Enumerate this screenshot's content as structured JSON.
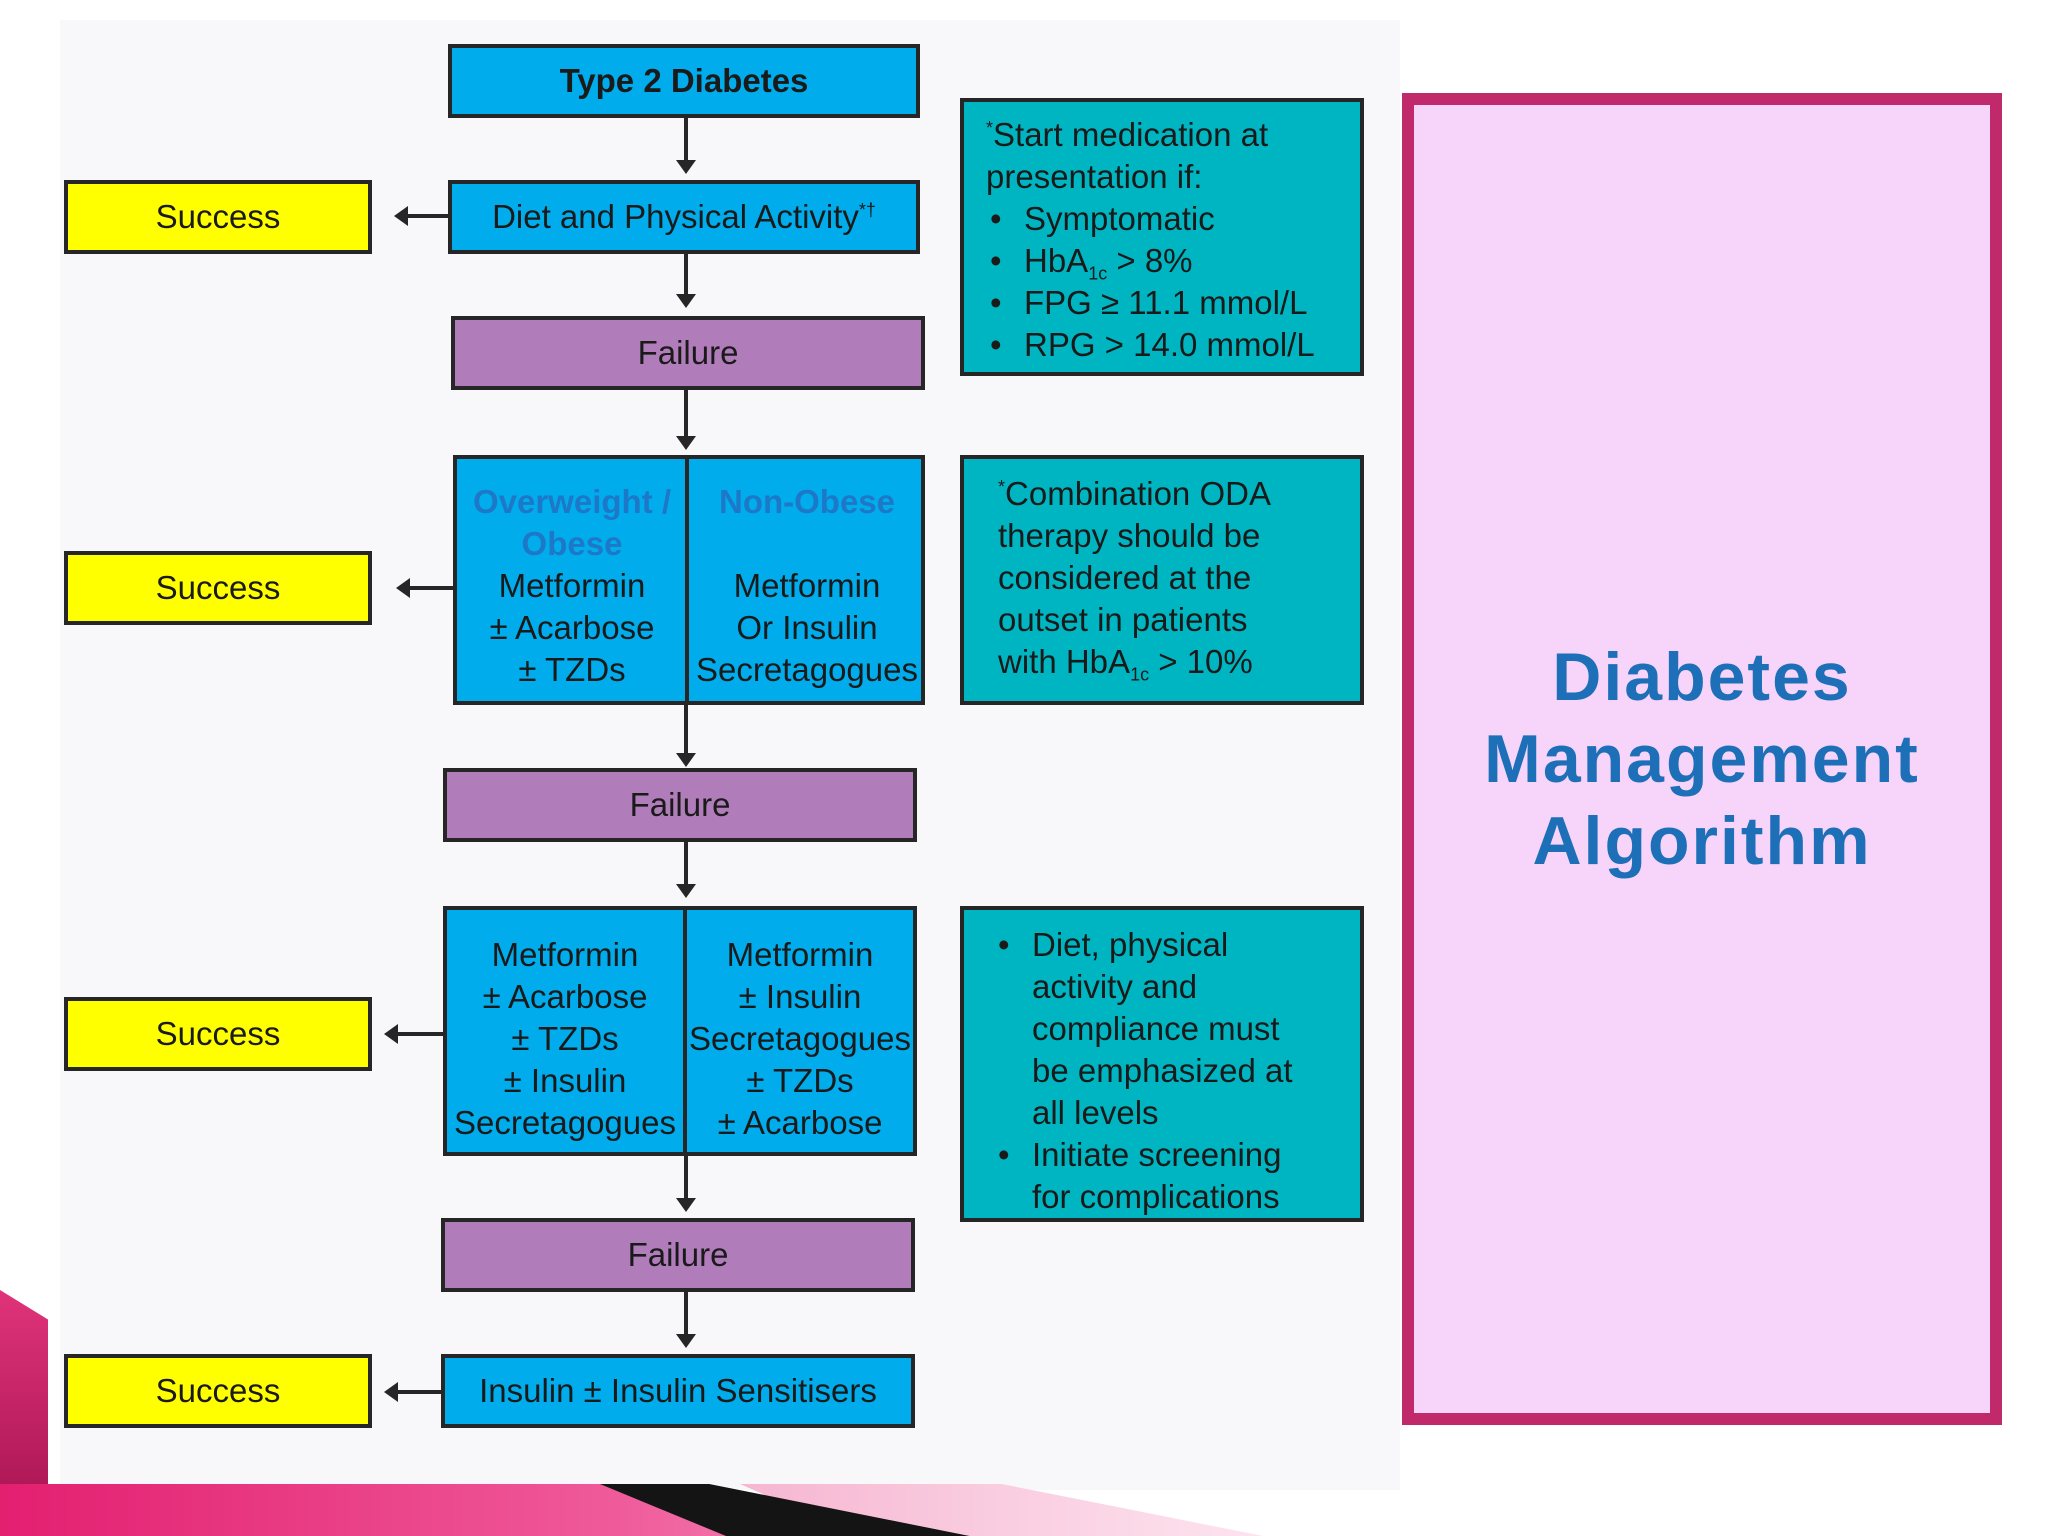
{
  "title": [
    "Diabetes",
    "Management",
    "Algorithm"
  ],
  "colors": {
    "step_box": "#00acec",
    "failure_box": "#b07cba",
    "success_box": "#ffff00",
    "note_box": "#00b5c2",
    "title_panel": "#f7d4f9",
    "title_border": "#c0296a",
    "title_text": "#1d6fb8"
  },
  "flow": {
    "start": "Type 2 Diabetes",
    "diet": "Diet and Physical Activity",
    "diet_marks": "*†",
    "failure": "Failure",
    "success": "Success",
    "step2": {
      "left_header": [
        "Overweight /",
        "Obese"
      ],
      "right_header": "Non-Obese",
      "left_lines": [
        "Metformin",
        "± Acarbose",
        "± TZDs"
      ],
      "right_lines": [
        "Metformin",
        "Or Insulin",
        "Secretagogues"
      ]
    },
    "step3": {
      "left_lines": [
        "Metformin",
        "± Acarbose",
        "± TZDs",
        "± Insulin",
        "Secretagogues"
      ],
      "right_lines": [
        "Metformin",
        "± Insulin",
        "Secretagogues",
        "± TZDs",
        "± Acarbose"
      ]
    },
    "step4": "Insulin ± Insulin Sensitisers"
  },
  "notes": {
    "note1": {
      "mark": "*",
      "intro": [
        "Start medication at",
        "presentation if:"
      ],
      "bullets": [
        "Symptomatic",
        "> 8%",
        "FPG ≥ 11.1 mmol/L",
        "RPG > 14.0 mmol/L"
      ],
      "hba_base": "HbA",
      "hba_sub": "1c"
    },
    "note2": {
      "mark": "*",
      "lines": [
        "Combination ODA",
        "therapy should be",
        "considered at the",
        "outset in patients"
      ],
      "last_prefix": "with HbA",
      "last_sub": "1c",
      "last_suffix": " > 10%"
    },
    "note3": {
      "bullets": [
        [
          "Diet, physical",
          "activity and",
          "compliance must",
          "be emphasized at",
          "all levels"
        ],
        [
          "Initiate screening",
          "for complications"
        ]
      ]
    }
  }
}
